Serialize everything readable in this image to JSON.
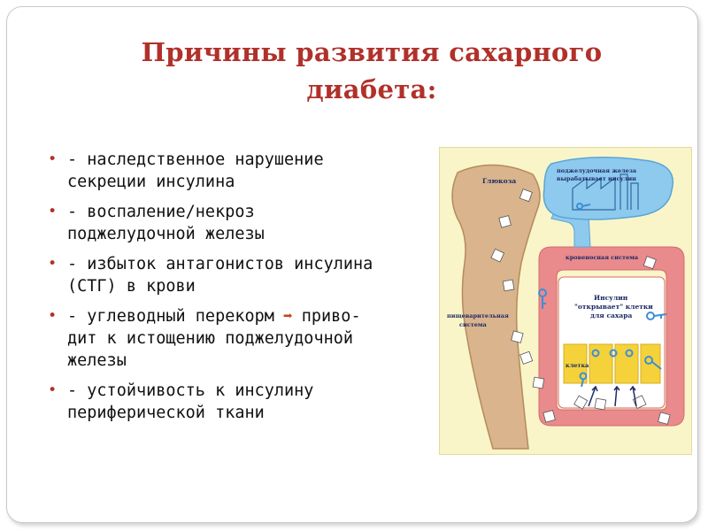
{
  "slide": {
    "title_line1": "Причины развития сахарного",
    "title_line2": "диабета:",
    "bullets": [
      {
        "line1": "- наследственное нарушение",
        "line2": "секреции инсулина"
      },
      {
        "line1": "- воспаление/некроз",
        "line2": "поджелудочной железы"
      },
      {
        "line1": "- избыток антагонистов инсулина",
        "line2": "(СТГ) в крови"
      },
      {
        "line1_a": "- углеводный перекорм",
        "line1_b": "приво-",
        "line2": "дит к истощению поджелудочной",
        "line3": "железы"
      },
      {
        "line1": "- устойчивость к инсулину",
        "line2": "периферической ткани"
      }
    ]
  },
  "diagram": {
    "glucose_label": "Глюкоза",
    "pancreas_label_line1": "поджелудочная железа",
    "pancreas_label_line2": "вырабатывает инсулин",
    "blood_label": "кровеносная система",
    "digestive_label_line1": "пищеварительная",
    "digestive_label_line2": "система",
    "insulin_label_line1": "Инсулин",
    "insulin_label_line2": "\"открывает\" клетки",
    "insulin_label_line3": "для сахара",
    "cell_label": "клетка",
    "colors": {
      "background": "#f9f5c8",
      "digestive": "#d9b48c",
      "pancreas": "#8ec9ee",
      "blood_vessel": "#e98a8c",
      "cell_area": "#ffffff",
      "cells": "#f5d23a",
      "key": "#3d8ed6",
      "title": "#b0312a"
    },
    "icons": [
      "sugar-cube-icon",
      "insulin-key-icon",
      "arrow-up-icon"
    ]
  }
}
